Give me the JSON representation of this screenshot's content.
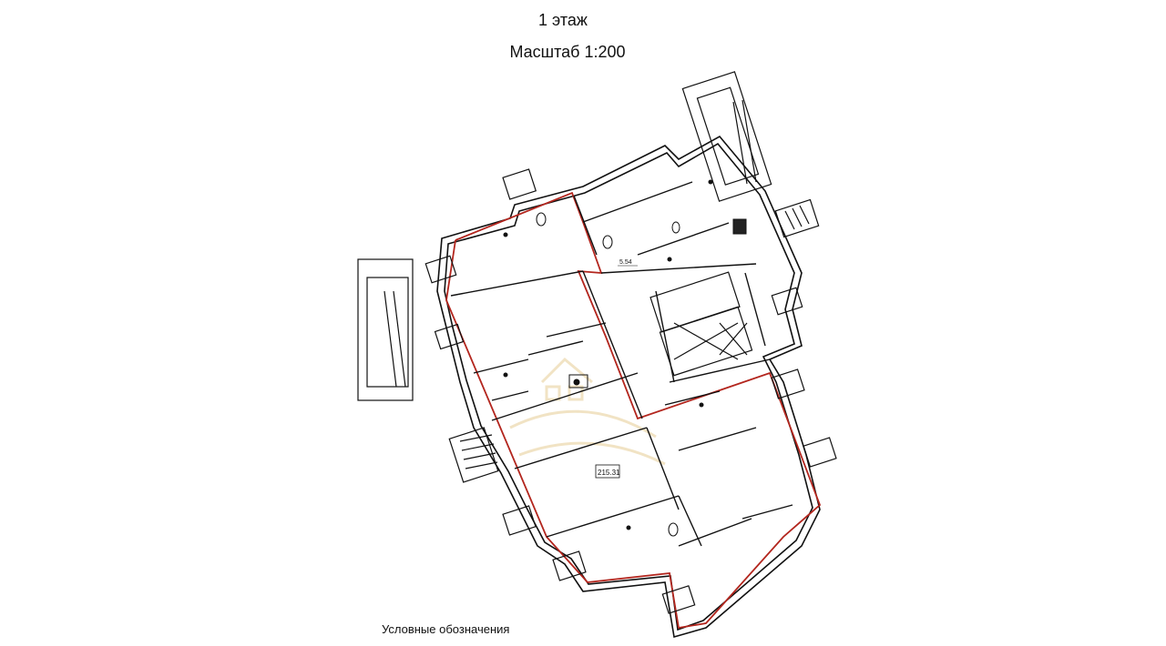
{
  "header": {
    "floor_title": "1 этаж",
    "scale_label": "Масштаб 1:200"
  },
  "plan": {
    "room_areas": [
      "215.31",
      "5.54"
    ]
  },
  "legend": {
    "title": "Условные обозначения"
  },
  "colors": {
    "walls": "#111111",
    "boundary": "#b3261e",
    "watermark": "#d9b15a"
  }
}
